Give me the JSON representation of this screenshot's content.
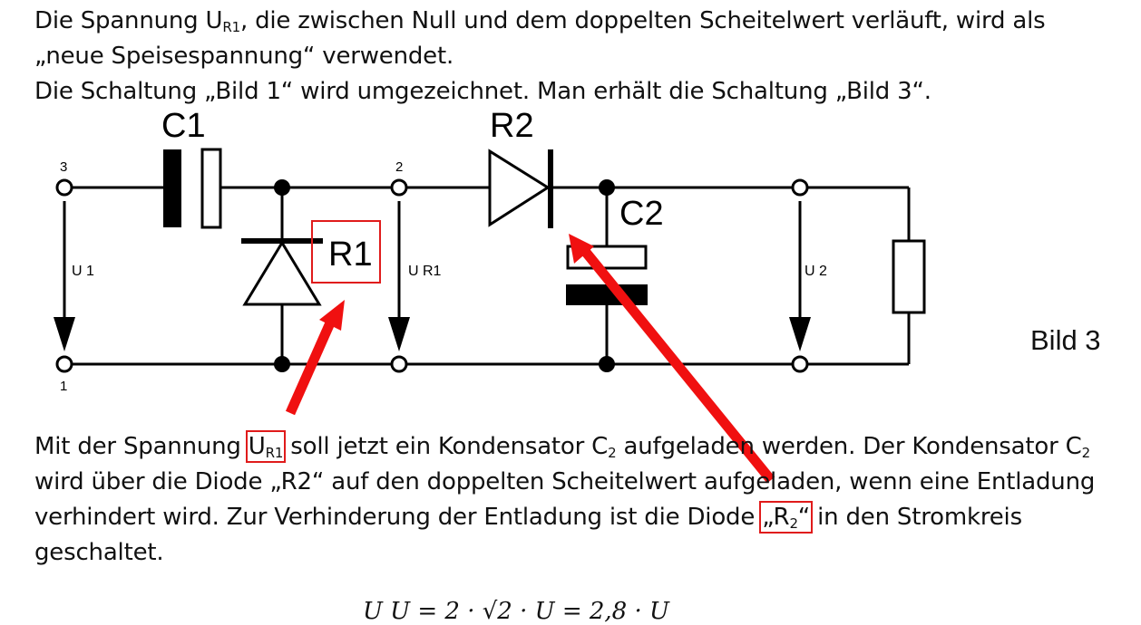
{
  "intro": {
    "line1_a": "Die Spannung U",
    "line1_sub": "R1",
    "line1_b": ", die zwischen Null und dem doppelten Scheitelwert verläuft, wird als",
    "line2": "„neue Speisespannung“ verwendet.",
    "line3": "Die Schaltung „Bild 1“ wird umgezeichnet. Man erhält die Schaltung „Bild 3“."
  },
  "schematic": {
    "labels": {
      "c1": "C1",
      "r2": "R2",
      "c2": "C2",
      "r1": "R1",
      "u1": "U 1",
      "ur1": "U R1",
      "u2": "U 2",
      "n3": "3",
      "n2": "2",
      "n1": "1"
    },
    "caption": "Bild 3",
    "highlight_color": "#e01b1b",
    "arrow_color": "#f01010"
  },
  "body": {
    "s1_a": "Mit der Spannung ",
    "s1_hl": "U",
    "s1_hl_sub": "R1",
    "s1_b": " soll jetzt ein Kondensator C",
    "s1_sub2": "2",
    "s1_c": " aufgeladen werden. Der Kondensator C",
    "s1_sub3": "2",
    "s2": "wird über die Diode „R2“ auf den doppelten Scheitelwert aufgeladen, wenn eine Entladung",
    "s3_a": "verhindert wird. Zur Verhinderung der Entladung ist die Diode ",
    "s3_hl": "„R",
    "s3_hl_sub": "2",
    "s3_hl_end": "“",
    "s3_b": " in den Stromkreis",
    "s4": "geschaltet."
  },
  "formula": "U     U  = 2 · √2 · U  = 2,8 · U"
}
